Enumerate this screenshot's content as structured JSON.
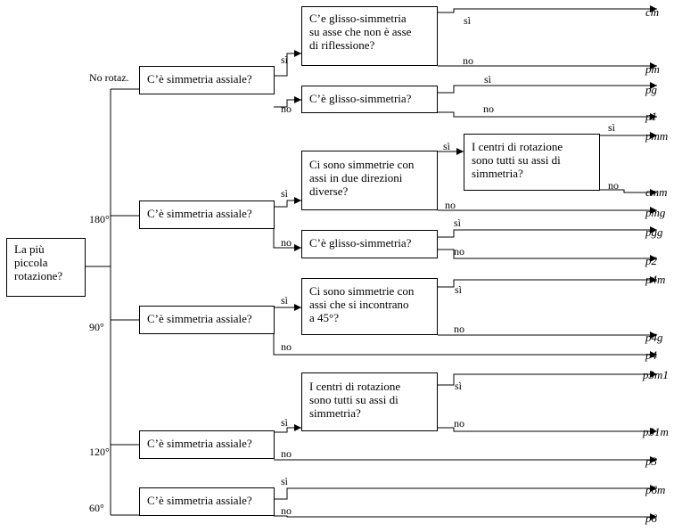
{
  "start_box": [
    "La più",
    "piccola",
    "rotazione?"
  ],
  "rotation_labels": {
    "none": "No rotaz.",
    "r180": "180°",
    "r90": "90°",
    "r120": "120°",
    "r60": "60°"
  },
  "questions": {
    "axial": "C’è simmetria assiale?",
    "glide": "C’è glisso-simmetria?",
    "glide_axis": [
      "C’e glisso-simmetria",
      "su asse che non è asse",
      "di riflessione?"
    ],
    "two_dirs": [
      "Ci sono simmetrie con",
      "assi in due direzioni",
      "diverse?"
    ],
    "centers": [
      "I centri di rotazione",
      "sono tutti su assi di",
      "simmetria?"
    ],
    "deg45": [
      "Ci sono simmetrie con",
      "assi che si incontrano",
      "a 45°?"
    ]
  },
  "answers": {
    "yes": "sì",
    "no": "no"
  },
  "groups": {
    "cm": "cm",
    "pm": "pm",
    "pg": "pg",
    "p1": "p1",
    "pmm": "pmm",
    "cmm": "cmm",
    "pmg": "pmg",
    "pgg": "pgg",
    "p2": "p2",
    "p4m": "p4m",
    "p4g": "p4g",
    "p4": "p4",
    "p3m1": "p3m1",
    "p31m": "p31m",
    "p3": "p3",
    "p6m": "p6m",
    "p6": "p6"
  }
}
